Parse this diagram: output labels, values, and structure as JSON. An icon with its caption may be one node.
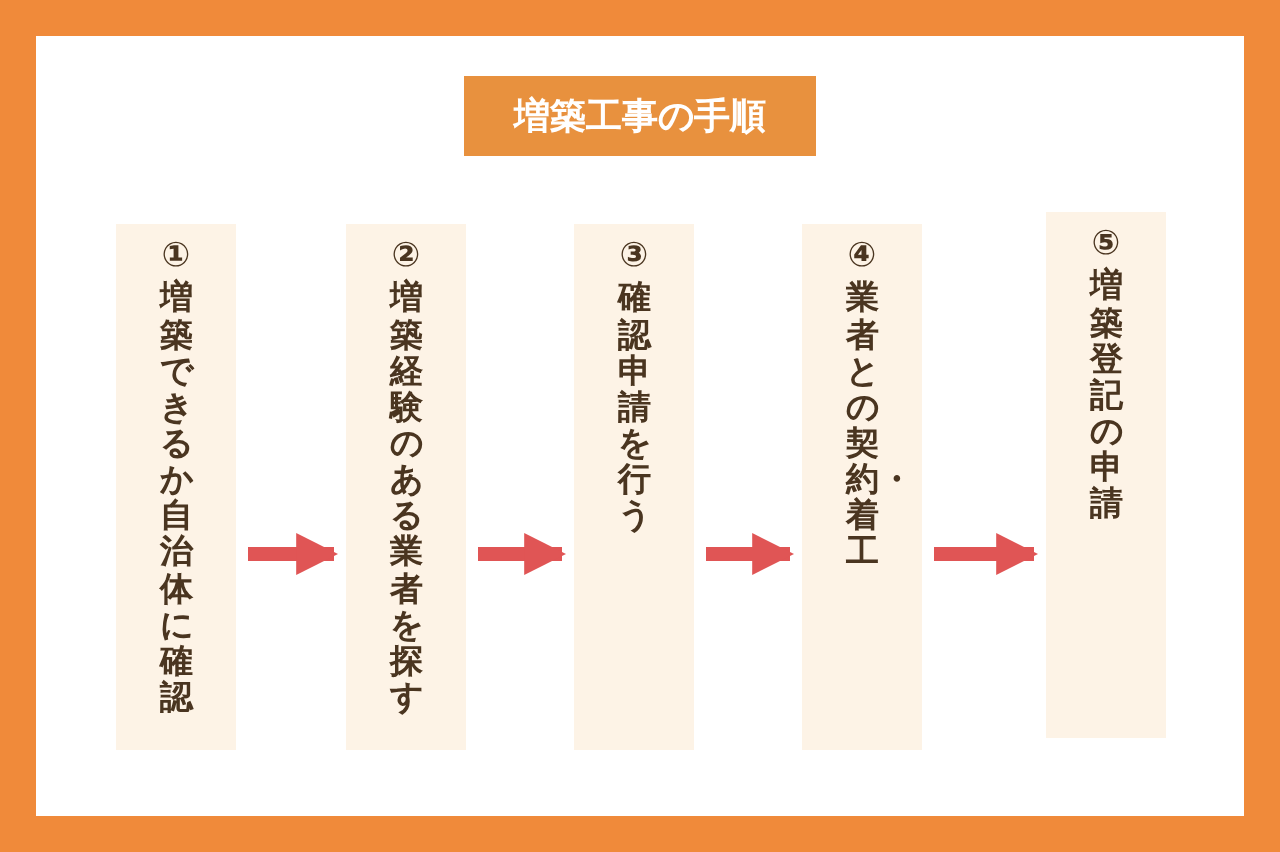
{
  "diagram": {
    "title": "増築工事の手順",
    "nodes": [
      {
        "text": [
          "①",
          "増築できるか自治体に確認"
        ]
      },
      {
        "text": [
          "②",
          "増築経験のある業者を探す"
        ]
      },
      {
        "text": [
          "③",
          "確認申請を行う"
        ]
      },
      {
        "text": [
          "④",
          "業者との契約・着工"
        ]
      },
      {
        "text": [
          "⑤",
          "増築登記の申請"
        ]
      }
    ],
    "edges": [
      {
        "from": 0,
        "to": 1,
        "arrow": "to"
      },
      {
        "from": 1,
        "to": 2,
        "arrow": "to"
      },
      {
        "from": 2,
        "to": 3,
        "arrow": "to"
      },
      {
        "from": 3,
        "to": 4,
        "arrow": "to"
      }
    ]
  }
}
